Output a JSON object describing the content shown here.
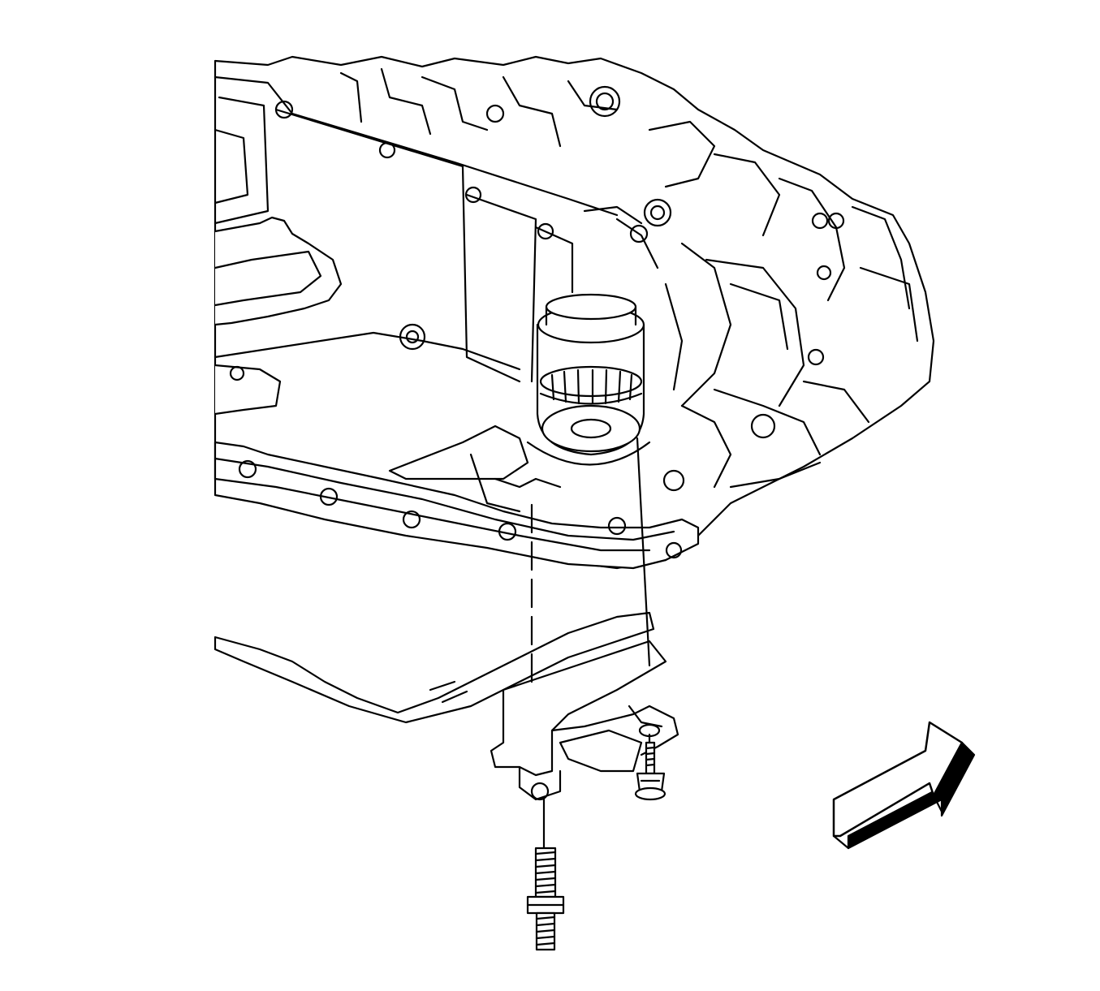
{
  "diagram": {
    "line_color": "#000000",
    "fill_color": "#ffffff",
    "direction_arrow_meaning": "vehicle-front-direction",
    "components": [
      "engine-block",
      "oil-pan",
      "oil-filter",
      "oil-filter-cover-bracket",
      "mounting-stud",
      "mounting-bolt",
      "direction-arrow"
    ]
  }
}
